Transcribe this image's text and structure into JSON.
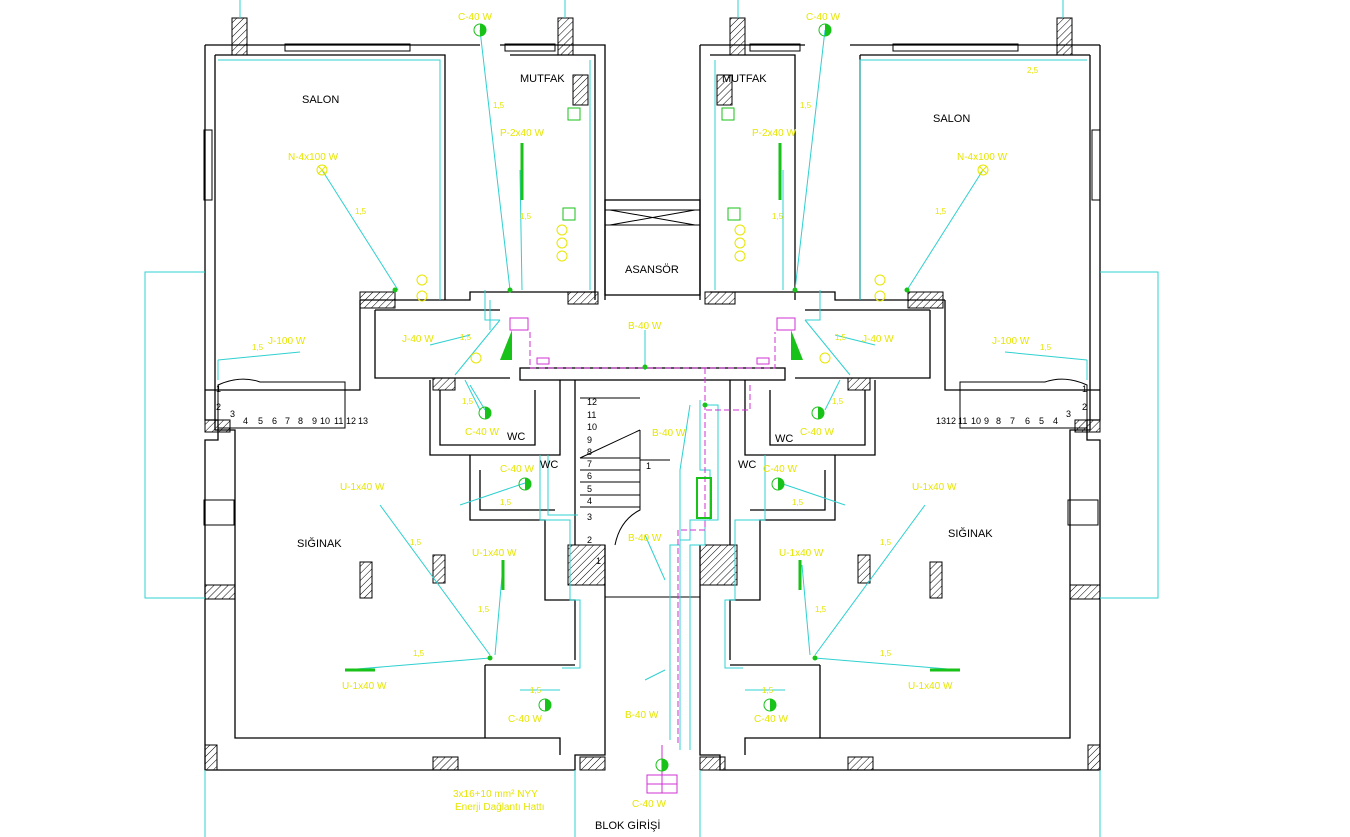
{
  "rooms": {
    "salon": "SALON",
    "mutfak": "MUTFAK",
    "asansor": "ASANSÖR",
    "wc": "WC",
    "siginak": "SIĞINAK",
    "blok_girisi": "BLOK GİRİŞİ"
  },
  "fixtures": {
    "c40": "C-40 W",
    "p2x40": "P-2x40 W",
    "n4x100": "N-4x100 W",
    "j100": "J-100 W",
    "j40": "J-40 W",
    "b40": "B-40 W",
    "u1x40": "U-1x40 W"
  },
  "sections": {
    "s15": "1,5",
    "s25": "2,5"
  },
  "stair_numbers": [
    "1",
    "2",
    "3",
    "4",
    "5",
    "6",
    "7",
    "8",
    "9",
    "10",
    "11",
    "12",
    "13"
  ],
  "stair_center_numbers": [
    "12",
    "11",
    "10",
    "9",
    "8",
    "7",
    "6",
    "5",
    "4",
    "3",
    "2",
    "1"
  ],
  "feed_note": {
    "line1": "3x16+10 mm² NYY",
    "line2": "Enerji Dağlantı Hattı"
  },
  "colors": {
    "wall": "#000000",
    "wiring": "#2fd0d0",
    "fixture_label": "#e6e600",
    "device": "#19c219",
    "main_line": "#d030d0"
  }
}
